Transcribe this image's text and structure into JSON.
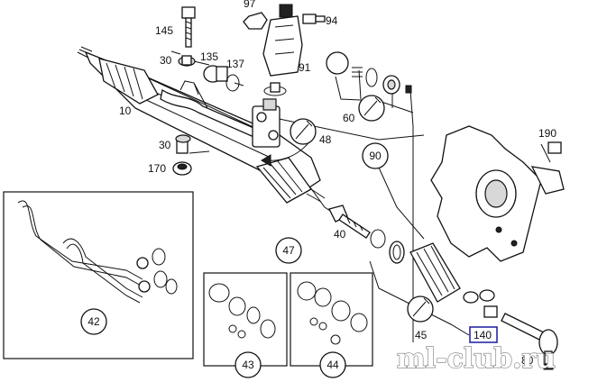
{
  "diagram": {
    "labels": {
      "p145": "145",
      "p97": "97",
      "p94": "94",
      "p30a": "30",
      "p135": "135",
      "p137": "137",
      "p91": "91",
      "p10": "10",
      "p60": "60",
      "p48": "48",
      "p90": "90",
      "p30b": "30",
      "p170": "170",
      "p190": "190",
      "p47": "47",
      "p40": "40",
      "p42": "42",
      "p43": "43",
      "p44": "44",
      "p45": "45",
      "p140": "140",
      "p80": "80"
    },
    "highlight_color": "#1a1aa0",
    "watermark": "ml-club.ru"
  }
}
